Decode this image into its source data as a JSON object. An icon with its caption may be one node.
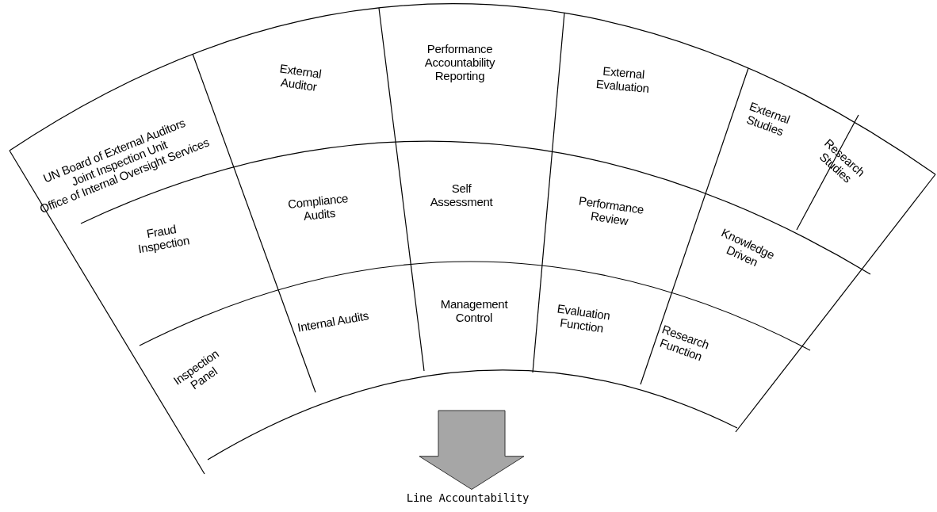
{
  "diagram": {
    "nodes": [
      {
        "text": [],
        "shape": "band"
      },
      {
        "text": [
          "UN Board of External Auditors",
          "Joint Inspection Unit",
          "Office of Internal Oversight Services"
        ],
        "in": 0
      },
      {
        "text": [
          "External Auditor"
        ],
        "in": 0
      },
      {
        "text": [
          "Performance Accountability Reporting"
        ],
        "in": 0
      },
      {
        "text": [
          "External Evaluation"
        ],
        "in": 0
      },
      {
        "text": [
          "External Studies"
        ],
        "in": 0
      },
      {
        "text": [
          "Research Studies"
        ],
        "in": 0
      },
      {
        "text": [
          "Fraud Inspection"
        ],
        "in": 0
      },
      {
        "text": [
          "Compliance Audits"
        ],
        "in": 0
      },
      {
        "text": [
          "Self Assessment"
        ],
        "in": 0
      },
      {
        "text": [
          "Performance Review"
        ],
        "in": 0
      },
      {
        "text": [
          "Knowledge Driven"
        ],
        "in": 0
      },
      {
        "text": [
          "Inspection Panel"
        ],
        "in": 0
      },
      {
        "text": [
          "Internal Audits"
        ],
        "in": 0
      },
      {
        "text": [
          "Management Control"
        ],
        "in": 0
      },
      {
        "text": [
          "Evaluation Function"
        ],
        "in": 0
      },
      {
        "text": [
          "Research Function"
        ],
        "in": 0
      },
      {
        "text": [
          "Line Accountability"
        ]
      }
    ],
    "edges": [
      {
        "from": 0,
        "to": 17,
        "arrow": "to",
        "style": "thick",
        "color": "#a6a6a6"
      }
    ]
  }
}
